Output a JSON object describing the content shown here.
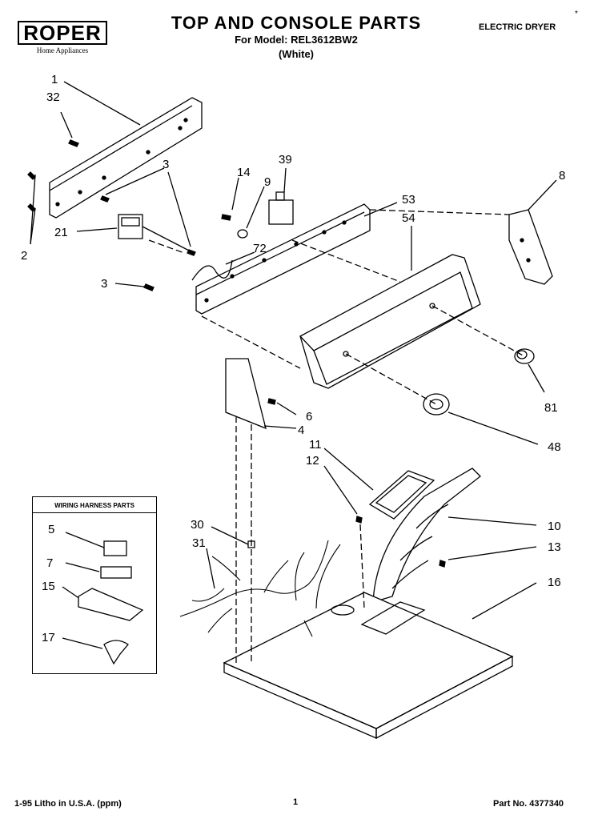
{
  "header": {
    "brand": "ROPER",
    "brand_sub": "Home Appliances",
    "title": "TOP AND CONSOLE PARTS",
    "model_line": "For Model: REL3612BW2",
    "color_line": "(White)",
    "dryer_type": "ELECTRIC DRYER",
    "mark": "*"
  },
  "footer": {
    "litho": "1-95 Litho in U.S.A. (ppm)",
    "page": "1",
    "part_no": "Part No. 4377340"
  },
  "harness_box": {
    "title": "WIRING HARNESS PARTS"
  },
  "callouts": [
    {
      "id": "c1",
      "text": "1"
    },
    {
      "id": "c32",
      "text": "32"
    },
    {
      "id": "c3a",
      "text": "3"
    },
    {
      "id": "c2",
      "text": "2"
    },
    {
      "id": "c21",
      "text": "21"
    },
    {
      "id": "c3b",
      "text": "3"
    },
    {
      "id": "c14",
      "text": "14"
    },
    {
      "id": "c39",
      "text": "39"
    },
    {
      "id": "c9",
      "text": "9"
    },
    {
      "id": "c72",
      "text": "72"
    },
    {
      "id": "c53",
      "text": "53"
    },
    {
      "id": "c54",
      "text": "54"
    },
    {
      "id": "c8",
      "text": "8"
    },
    {
      "id": "c81",
      "text": "81"
    },
    {
      "id": "c48",
      "text": "48"
    },
    {
      "id": "c6",
      "text": "6"
    },
    {
      "id": "c4",
      "text": "4"
    },
    {
      "id": "c11",
      "text": "11"
    },
    {
      "id": "c12",
      "text": "12"
    },
    {
      "id": "c10",
      "text": "10"
    },
    {
      "id": "c13",
      "text": "13"
    },
    {
      "id": "c16",
      "text": "16"
    },
    {
      "id": "c30",
      "text": "30"
    },
    {
      "id": "c31",
      "text": "31"
    },
    {
      "id": "c5",
      "text": "5"
    },
    {
      "id": "c7",
      "text": "7"
    },
    {
      "id": "c15",
      "text": "15"
    },
    {
      "id": "c17",
      "text": "17"
    }
  ]
}
